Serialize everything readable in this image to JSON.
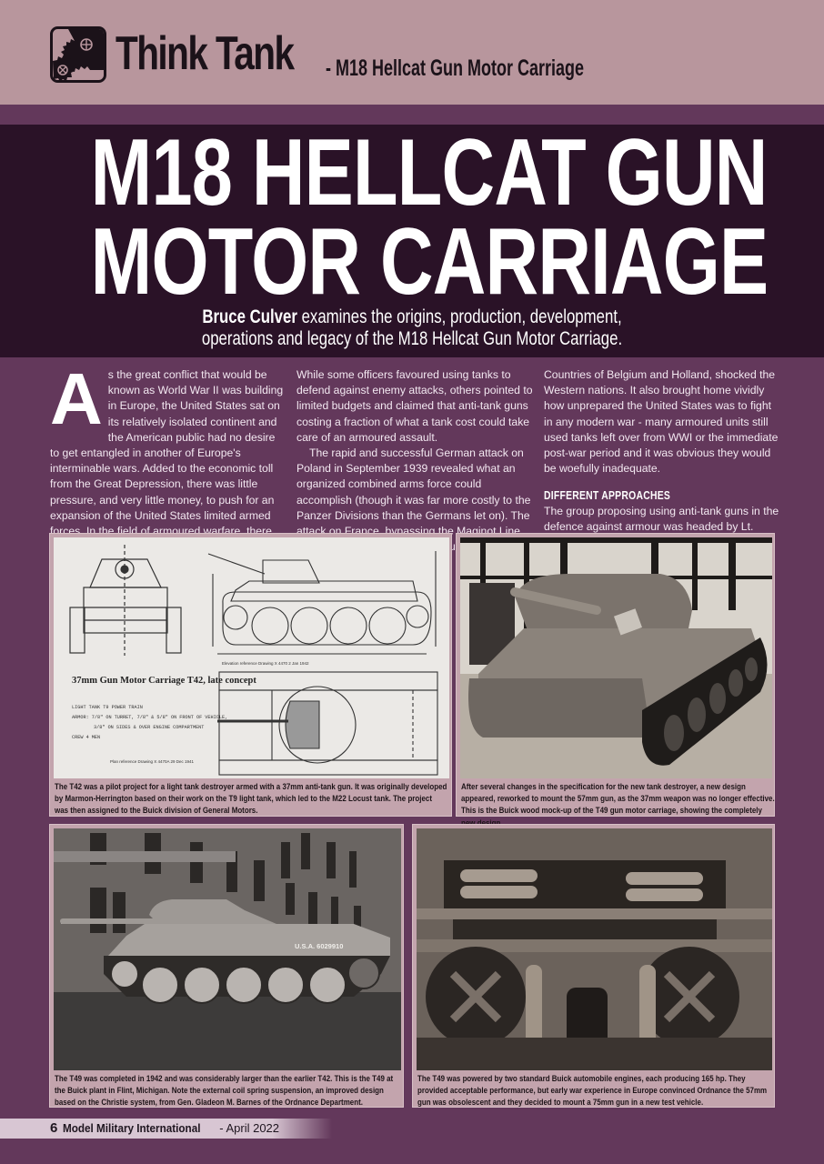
{
  "header": {
    "section_title": "Think Tank",
    "section_subtitle": "- M18 Hellcat Gun Motor Carriage",
    "logo_icon": "gears-icon"
  },
  "hero": {
    "title_line1": "M18 HELLCAT GUN",
    "title_line2": "MOTOR CARRIAGE",
    "standfirst_author": "Bruce Culver",
    "standfirst_line1_rest": " examines the origins, production, development,",
    "standfirst_line2": "operations and legacy of the M18 Hellcat Gun Motor Carriage."
  },
  "article": {
    "dropcap": "A",
    "col1_p1": "s the great conflict that would be known as World War II was building in Europe, the United States sat on its relatively isolated continent and the American public had no desire to get entangled in another of Europe's interminable wars. Added to the economic toll from the Great Depression, there was little pressure, and very little money, to push for an expansion of the United States limited armed forces. In the field of armoured warfare, there were additionally differences in how to handle and attack by enemy tank forces.",
    "col2_p1": "While some officers favoured using tanks to defend against enemy attacks, others pointed to limited budgets and claimed that anti-tank guns costing a fraction of what a tank cost could take care of an armoured assault.",
    "col2_p2": "The rapid and successful German attack on Poland in September 1939 revealed what an organized combined arms force could accomplish (though it was far more costly to the Panzer Divisions than the Germans let on). The attack on France, bypassing the Maginot Line almost entirely by invading through the Low",
    "col3_p1": "Countries of Belgium and Holland, shocked the Western nations. It also brought home vividly how unprepared the United States was to fight in any modern war - many armoured units still used tanks left over from WWI or the immediate post-war period and it was obvious they would be woefully inadequate.",
    "subhead": "DIFFERENT APPROACHES",
    "col3_p2": "The group proposing using anti-tank guns in the defence against armour was headed by Lt. Gen. Lesley J. McNair, who became the"
  },
  "figures": [
    {
      "alt": "37mm Gun Motor Carriage T42 technical drawing",
      "drawing_title": "37mm Gun Motor Carriage T42, late concept",
      "drawing_specs": [
        "LIGHT TANK T9 POWER TRAIN",
        "ARMOR: 7/8\" ON TURRET, 7/8\" & 5/8\" ON FRONT OF VEHICLE,",
        "3/8\" ON SIDES & OVER ENGINE COMPARTMENT",
        "CREW   4 MEN"
      ],
      "drawing_ref1": "Elevation reference Drawing X 4470   2 Jan 1942",
      "drawing_ref2": "Plan reference Drawing X 4470A   29 Dec 1941",
      "caption": "The T42 was a pilot project for a light tank destroyer armed with a 37mm anti-tank gun. It was originally developed by Marmon-Herrington based on their work on the T9 light tank, which led to the M22 Locust tank. The project was then assigned to the Buick division of General Motors."
    },
    {
      "alt": "Buick wood mock-up of the T49",
      "caption": "After several changes in the specification for the new tank destroyer, a new design appeared, reworked to mount the 57mm gun, as the 37mm weapon was no longer effective. This is the Buick wood mock-up of the T49 gun motor carriage, showing the completely new design."
    },
    {
      "alt": "T49 at the Buick plant in Flint, Michigan",
      "hull_marking": "U.S.A. 6029910",
      "caption": "The T49 was completed in 1942 and was considerably larger than the earlier T42. This is the T49 at the Buick plant in Flint, Michigan. Note the external coil spring suspension, an improved design based on the Christie system, from Gen. Gladeon M. Barnes of the Ordnance Department."
    },
    {
      "alt": "T49 engine compartment with twin Buick engines",
      "caption": "The T49 was powered by two standard Buick automobile engines, each producing 165 hp. They provided acceptable performance, but early war experience in Europe convinced Ordnance the 57mm gun was obsolescent and they decided to mount a 75mm gun in a new test vehicle."
    }
  ],
  "footer": {
    "page_number": "6",
    "magazine": "Model Military International",
    "issue": " - April 2022"
  },
  "colors": {
    "top_band": "#b8969d",
    "page_bg": "#63385b",
    "hero_bg": "#2a1227",
    "caption_bg": "#c3a4ad"
  }
}
